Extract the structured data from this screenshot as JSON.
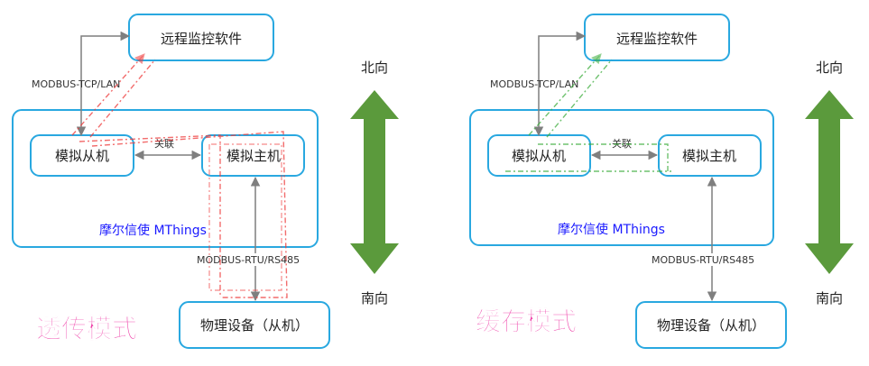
{
  "panels": [
    {
      "mode_title": "透传模式",
      "remote_software": "远程监控软件",
      "tcp_label": "MODBUS-TCP/LAN",
      "slave_label": "模拟从机",
      "master_label": "模拟主机",
      "link_label": "关联",
      "container_label": "摩尔信使 MThings",
      "rtu_label": "MODBUS-RTU/RS485",
      "device_label": "物理设备（从机）",
      "north_label": "北向",
      "south_label": "南向"
    },
    {
      "mode_title": "缓存模式",
      "remote_software": "远程监控软件",
      "tcp_label": "MODBUS-TCP/LAN",
      "slave_label": "模拟从机",
      "master_label": "模拟主机",
      "link_label": "关联",
      "container_label": "摩尔信使 MThings",
      "rtu_label": "MODBUS-RTU/RS485",
      "device_label": "物理设备（从机）",
      "north_label": "北向",
      "south_label": "南向"
    }
  ],
  "colors": {
    "box_border": "#29a8e0",
    "container_text": "#1a1aff",
    "mode_title": "#ee3fa8",
    "arrow_green": "#5b9a3c",
    "gray_line": "#7f7f7f",
    "red_dash": "#ee3b3b",
    "green_dash": "#3fae3f"
  }
}
